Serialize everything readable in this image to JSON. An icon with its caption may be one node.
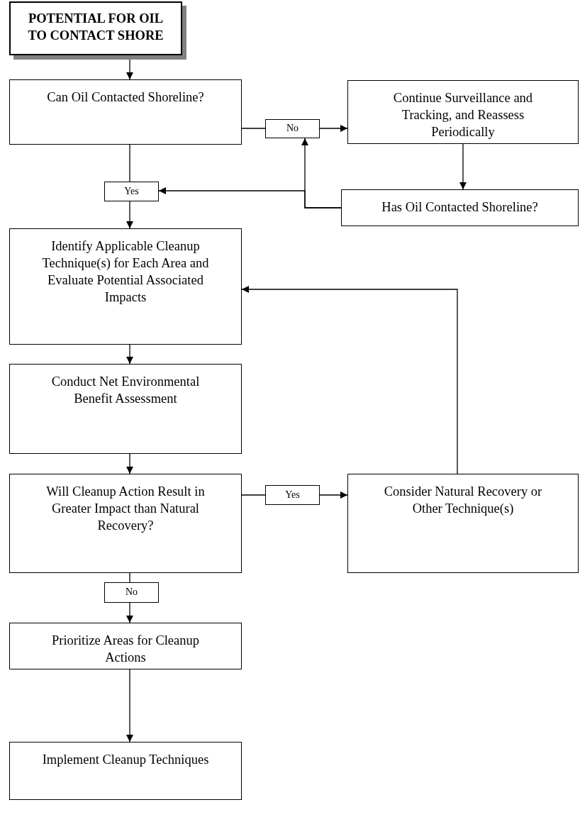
{
  "diagram": {
    "nodes": [
      {
        "text": [
          "POTENTIAL FOR OIL TO CONTACT SHORE"
        ]
      },
      {
        "text": [
          "Can Oil Contacted Shoreline?"
        ]
      },
      {
        "text": [
          "No"
        ]
      },
      {
        "text": [
          "Continue Surveillance and Tracking, and Reassess Periodically"
        ]
      },
      {
        "text": [
          "Has Oil Contacted Shoreline?"
        ]
      },
      {
        "text": [
          "Yes"
        ]
      },
      {
        "text": [
          "Identify Applicable Cleanup Technique(s) for Each Area and Evaluate Potential Associated Impacts"
        ]
      },
      {
        "text": [
          "Conduct Net Environmental Benefit Assessment"
        ]
      },
      {
        "text": [
          "Will Cleanup Action Result in Greater Impact than Natural Recovery?"
        ]
      },
      {
        "text": [
          "Yes"
        ]
      },
      {
        "text": [
          "Consider Natural Recovery or Other Technique(s)"
        ]
      },
      {
        "text": [
          "No"
        ]
      },
      {
        "text": [
          "Prioritize Areas for Cleanup Actions"
        ]
      },
      {
        "text": [
          "Implement Cleanup Techniques"
        ]
      }
    ],
    "edges": [
      {
        "from": 0,
        "to": 1,
        "arrow": "to"
      },
      {
        "from": 1,
        "to": 2,
        "arrow": "none"
      },
      {
        "from": 2,
        "to": 3,
        "arrow": "to"
      },
      {
        "from": 3,
        "to": 4,
        "arrow": "to"
      },
      {
        "from": 4,
        "to": 2,
        "arrow": "to"
      },
      {
        "from": 4,
        "to": 5,
        "arrow": "to"
      },
      {
        "from": 1,
        "to": 5,
        "arrow": "none"
      },
      {
        "from": 5,
        "to": 6,
        "arrow": "to"
      },
      {
        "from": 6,
        "to": 7,
        "arrow": "to"
      },
      {
        "from": 7,
        "to": 8,
        "arrow": "to"
      },
      {
        "from": 8,
        "to": 9,
        "arrow": "none"
      },
      {
        "from": 9,
        "to": 10,
        "arrow": "to"
      },
      {
        "from": 10,
        "to": 6,
        "arrow": "to"
      },
      {
        "from": 8,
        "to": 11,
        "arrow": "none"
      },
      {
        "from": 11,
        "to": 12,
        "arrow": "to"
      },
      {
        "from": 12,
        "to": 13,
        "arrow": "to"
      }
    ]
  }
}
